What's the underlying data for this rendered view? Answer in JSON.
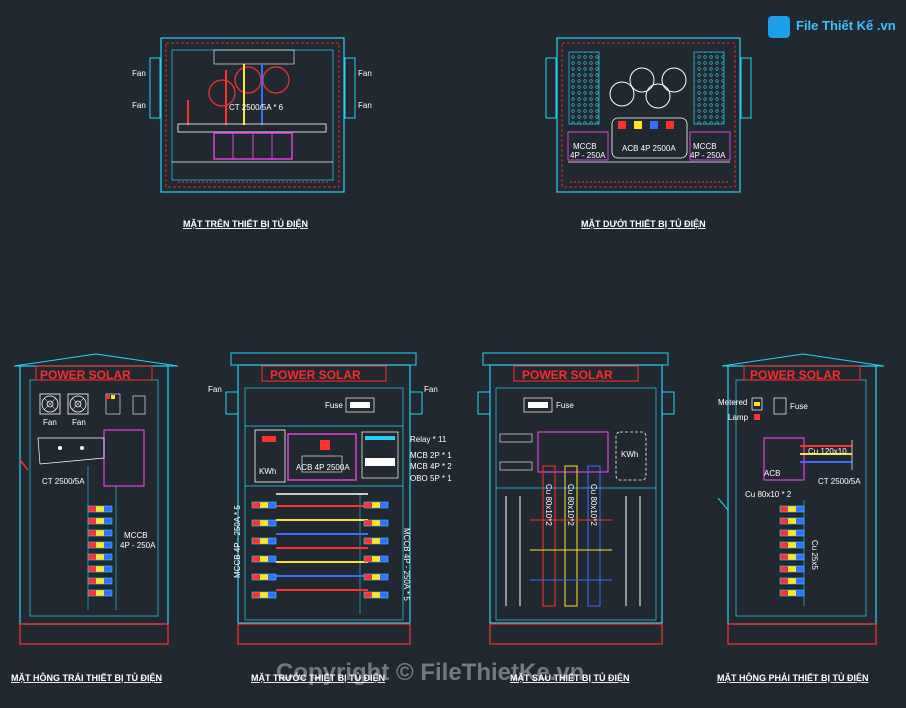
{
  "logo": {
    "text": "File Thiết Kế .vn"
  },
  "watermark": "Copyright © FileThietKe.vn",
  "views": {
    "top": {
      "caption": "MẶT TRÊN THIẾT BỊ TỦ ĐIỆN",
      "fan_left_1": "Fan",
      "fan_left_2": "Fan",
      "fan_right_1": "Fan",
      "fan_right_2": "Fan",
      "ct_label": "CT 2500/5A * 6"
    },
    "bottom": {
      "caption": "MẶT DƯỚI THIẾT BỊ TỦ ĐIỆN",
      "mccb_left": "MCCB",
      "mccb_left_rating": "4P - 250A",
      "acb": "ACB 4P 2500A",
      "mccb_right": "MCCB",
      "mccb_right_rating": "4P - 250A"
    },
    "left_side": {
      "caption": "MẶT HÔNG TRÁI THIẾT BỊ TỦ ĐIỆN",
      "brand": "POWER SOLAR",
      "fan_1": "Fan",
      "fan_2": "Fan",
      "ct": "CT 2500/5A",
      "mccb": "MCCB",
      "mccb_rating": "4P - 250A"
    },
    "front": {
      "caption": "MẶT TRƯỚC THIẾT BỊ TỦ ĐIỆN",
      "brand": "POWER SOLAR",
      "fan_left": "Fan",
      "fan_right": "Fan",
      "fuse": "Fuse",
      "kwh": "KWh",
      "acb": "ACB 4P 2500A",
      "relay": "Relay * 11",
      "mcb2p": "MCB 2P * 1",
      "mcb4p": "MCB 4P * 2",
      "obo": "OBO 5P * 1",
      "mccb_left": "MCCB 4P - 250A * 5",
      "mccb_right": "MCCB 4P - 250A * 5"
    },
    "back": {
      "caption": "MẶT SAU THIẾT BỊ TỦ ĐIỆN",
      "brand": "POWER SOLAR",
      "fuse": "Fuse",
      "kwh": "KWh",
      "bars": [
        "Cu 80x10*2",
        "Cu 80x10*2",
        "Cu 80x10*2"
      ]
    },
    "right_side": {
      "caption": "MẶT HÔNG PHẢI THIẾT BỊ TỦ ĐIỆN",
      "brand": "POWER SOLAR",
      "metered": "Metered",
      "lamp": "Lamp",
      "fuse": "Fuse",
      "acb": "ACB",
      "cu120": "Cu 120x10",
      "cu80": "Cu 80x10 * 2",
      "ct": "CT 2500/5A",
      "cu25": "Cu 25x5"
    }
  },
  "colors": {
    "background": "#212830",
    "cabinet": "#27d3f5",
    "brand": "#ff2a2a",
    "phase_red": "#ff3030",
    "phase_yellow": "#ffe22a",
    "phase_blue": "#3a6dff",
    "neutral": "#d0d0d0",
    "breaker": "#e040e0"
  }
}
